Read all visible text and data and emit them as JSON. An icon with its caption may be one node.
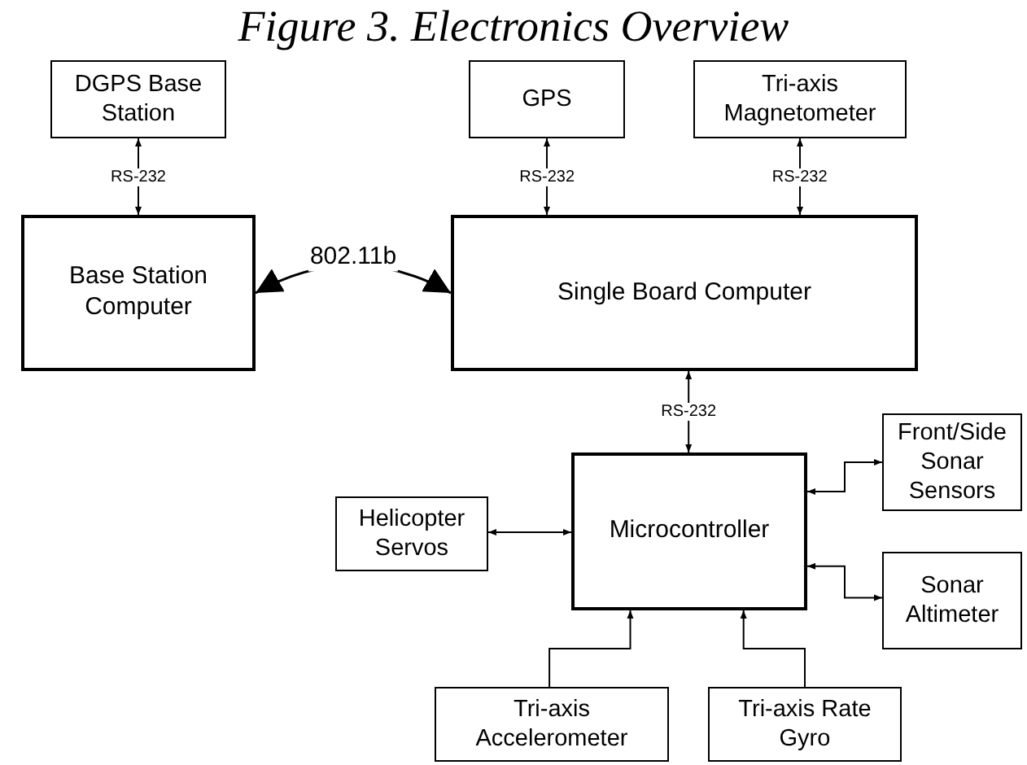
{
  "diagram": {
    "title": "Figure 3. Electronics Overview",
    "nodes": [
      {
        "text": [
          "DGPS Base Station"
        ]
      },
      {
        "text": [
          "GPS"
        ]
      },
      {
        "text": [
          "Tri-axis Magnetometer"
        ]
      },
      {
        "text": [
          "Base Station Computer"
        ]
      },
      {
        "text": [
          "Single Board Computer"
        ]
      },
      {
        "text": [
          "Front/Side Sonar Sensors"
        ]
      },
      {
        "text": [
          "Helicopter Servos"
        ]
      },
      {
        "text": [
          "Microcontroller"
        ]
      },
      {
        "text": [
          "Sonar Altimeter"
        ]
      },
      {
        "text": [
          "Tri-axis Accelerometer"
        ]
      },
      {
        "text": [
          "Tri-axis Rate Gyro"
        ]
      }
    ],
    "edges": [
      {
        "from": 0,
        "to": 3,
        "arrow": "both",
        "label": "RS-232"
      },
      {
        "from": 1,
        "to": 4,
        "arrow": "both",
        "label": "RS-232"
      },
      {
        "from": 2,
        "to": 4,
        "arrow": "both",
        "label": "RS-232"
      },
      {
        "from": 3,
        "to": 4,
        "arrow": "both",
        "label": "802.11b"
      },
      {
        "from": 4,
        "to": 7,
        "arrow": "both",
        "label": "RS-232"
      },
      {
        "from": 6,
        "to": 7,
        "arrow": "both"
      },
      {
        "from": 7,
        "to": 5,
        "arrow": "both"
      },
      {
        "from": 7,
        "to": 8,
        "arrow": "both"
      },
      {
        "from": 9,
        "to": 7,
        "arrow": "to"
      },
      {
        "from": 10,
        "to": 7,
        "arrow": "to"
      }
    ]
  }
}
